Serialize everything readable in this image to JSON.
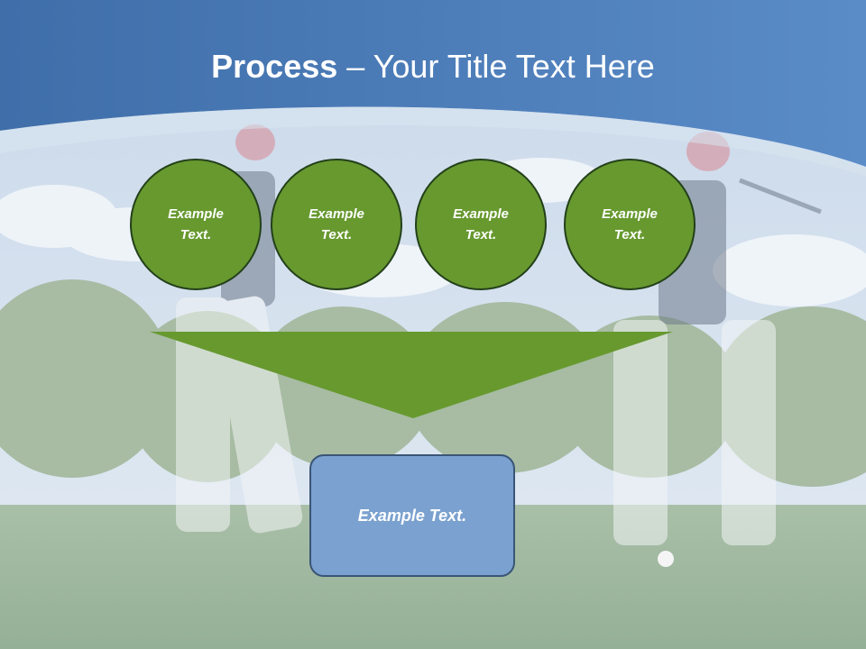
{
  "slide": {
    "title_bold": "Process",
    "title_rest": " – Your Title Text Here"
  },
  "steps": [
    {
      "label": "Example Text."
    },
    {
      "label": "Example Text."
    },
    {
      "label": "Example Text."
    },
    {
      "label": "Example Text."
    }
  ],
  "result": {
    "label": "Example Text."
  },
  "colors": {
    "header_blue": "#4f7fb9",
    "step_green": "#67992f",
    "step_border": "#23401a",
    "result_blue": "#7aa1cf",
    "result_border": "#3a5576"
  },
  "background_image": "golf-player-swing-photo"
}
